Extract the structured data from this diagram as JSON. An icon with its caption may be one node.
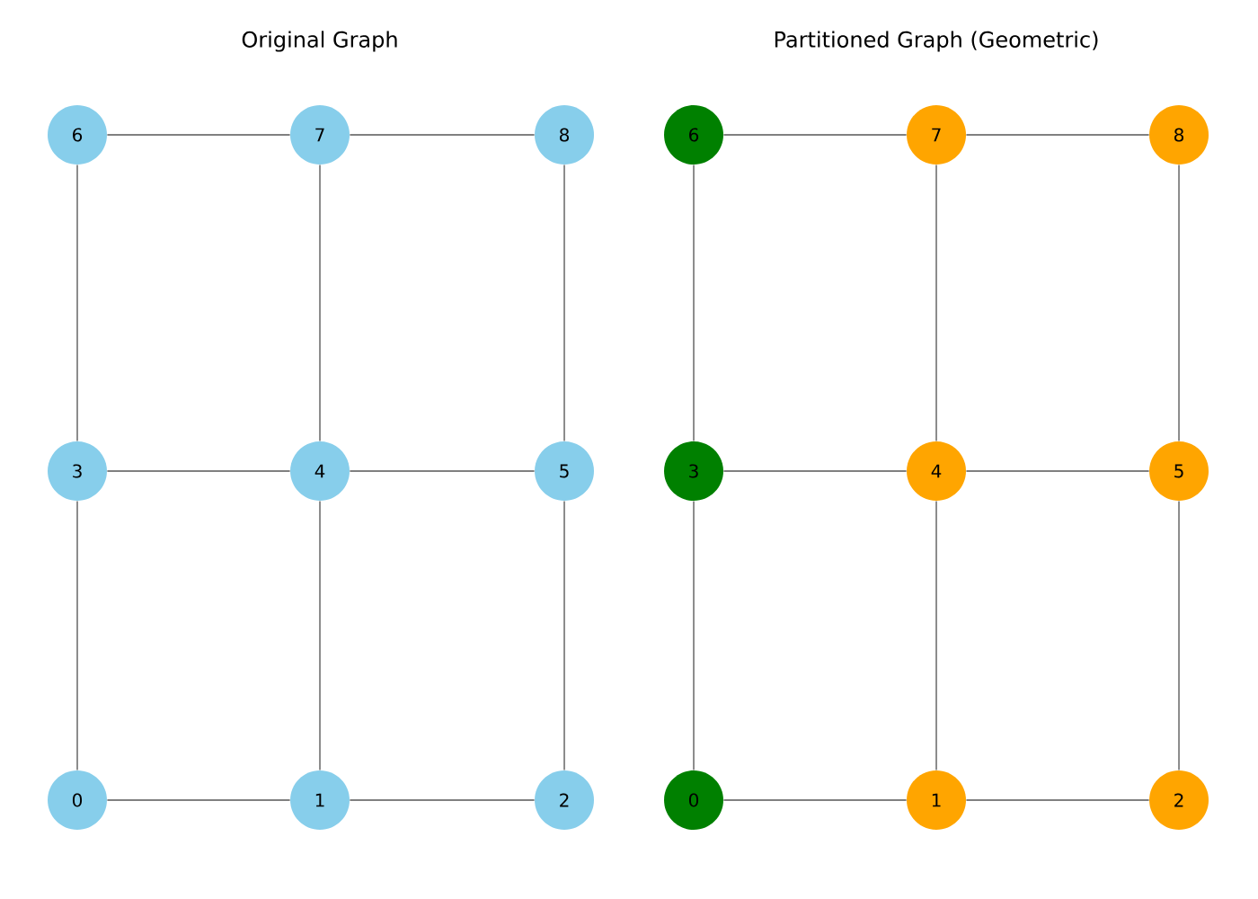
{
  "diagram": {
    "nodes": [
      {
        "text": [
          "0"
        ]
      },
      {
        "text": [
          "1"
        ]
      },
      {
        "text": [
          "2"
        ]
      },
      {
        "text": [
          "3"
        ]
      },
      {
        "text": [
          "4"
        ]
      },
      {
        "text": [
          "5"
        ]
      },
      {
        "text": [
          "6"
        ]
      },
      {
        "text": [
          "7"
        ]
      },
      {
        "text": [
          "8"
        ]
      },
      {
        "text": [
          "0"
        ]
      },
      {
        "text": [
          "1"
        ]
      },
      {
        "text": [
          "2"
        ]
      },
      {
        "text": [
          "3"
        ]
      },
      {
        "text": [
          "4"
        ]
      },
      {
        "text": [
          "5"
        ]
      },
      {
        "text": [
          "6"
        ]
      },
      {
        "text": [
          "7"
        ]
      },
      {
        "text": [
          "8"
        ]
      }
    ],
    "edges": [
      {
        "from": 0,
        "to": 1,
        "arrow": "none"
      },
      {
        "from": 1,
        "to": 2,
        "arrow": "none"
      },
      {
        "from": 3,
        "to": 4,
        "arrow": "none"
      },
      {
        "from": 4,
        "to": 5,
        "arrow": "none"
      },
      {
        "from": 6,
        "to": 7,
        "arrow": "none"
      },
      {
        "from": 7,
        "to": 8,
        "arrow": "none"
      },
      {
        "from": 0,
        "to": 3,
        "arrow": "none"
      },
      {
        "from": 3,
        "to": 6,
        "arrow": "none"
      },
      {
        "from": 1,
        "to": 4,
        "arrow": "none"
      },
      {
        "from": 4,
        "to": 7,
        "arrow": "none"
      },
      {
        "from": 2,
        "to": 5,
        "arrow": "none"
      },
      {
        "from": 5,
        "to": 8,
        "arrow": "none"
      },
      {
        "from": 9,
        "to": 10,
        "arrow": "none"
      },
      {
        "from": 10,
        "to": 11,
        "arrow": "none"
      },
      {
        "from": 12,
        "to": 13,
        "arrow": "none"
      },
      {
        "from": 13,
        "to": 14,
        "arrow": "none"
      },
      {
        "from": 15,
        "to": 16,
        "arrow": "none"
      },
      {
        "from": 16,
        "to": 17,
        "arrow": "none"
      },
      {
        "from": 9,
        "to": 12,
        "arrow": "none"
      },
      {
        "from": 12,
        "to": 15,
        "arrow": "none"
      },
      {
        "from": 10,
        "to": 13,
        "arrow": "none"
      },
      {
        "from": 13,
        "to": 16,
        "arrow": "none"
      },
      {
        "from": 11,
        "to": 14,
        "arrow": "none"
      },
      {
        "from": 14,
        "to": 17,
        "arrow": "none"
      }
    ],
    "labels": [
      "Original Graph",
      "Partitioned Graph (Geometric)"
    ]
  }
}
